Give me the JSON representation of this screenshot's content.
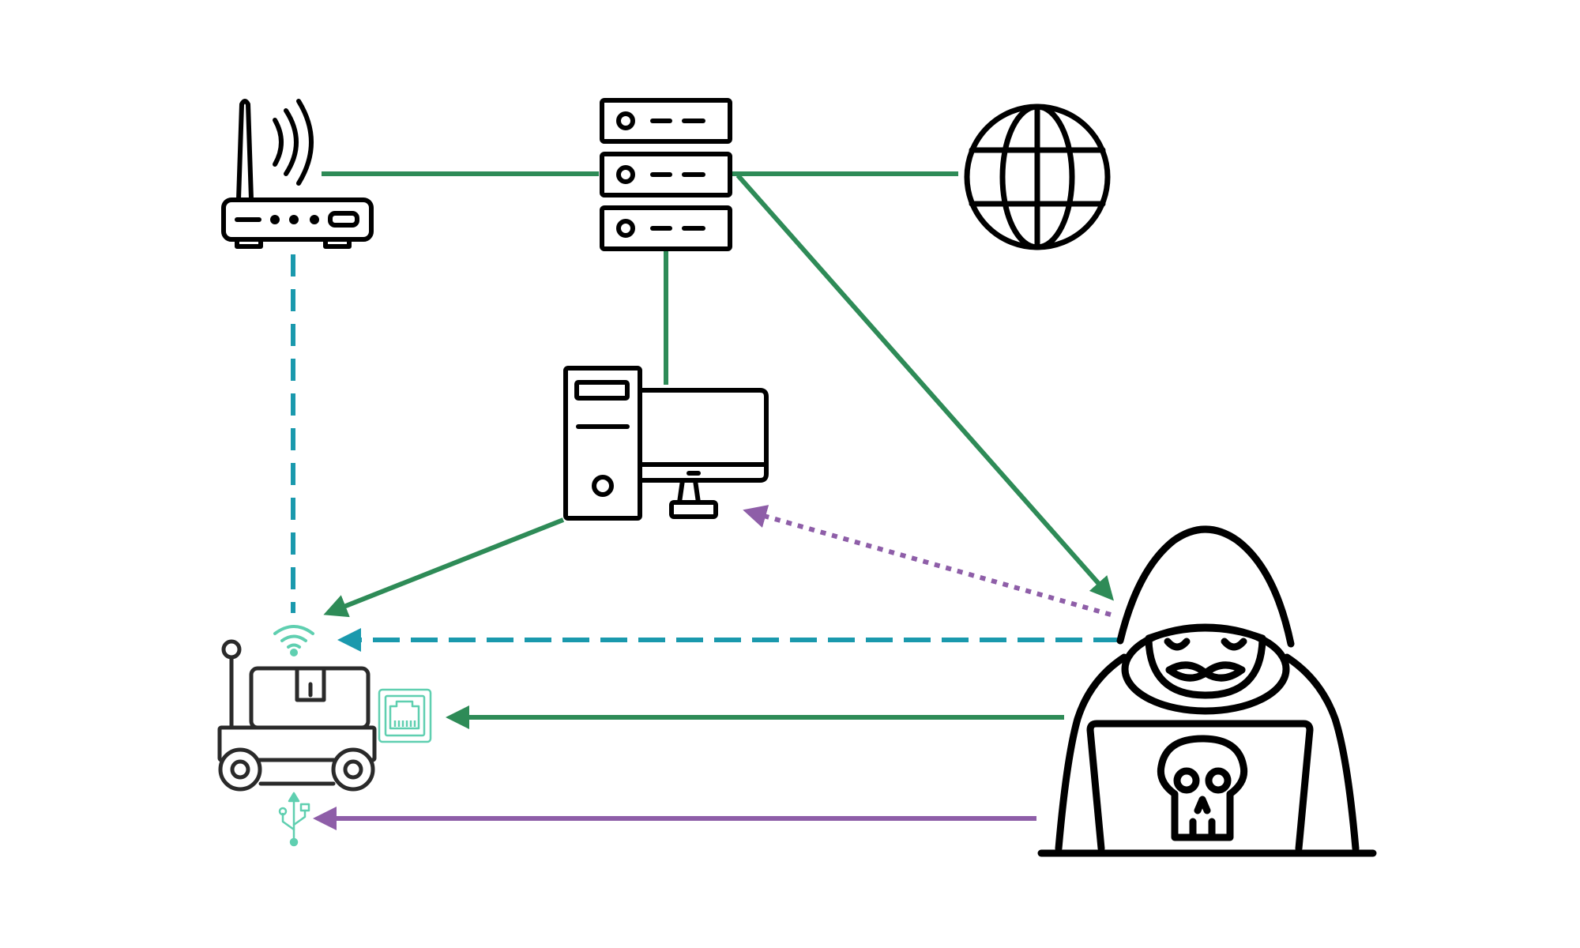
{
  "diagram": {
    "nodes": [
      {
        "id": "router",
        "icon": "wifi-router-icon"
      },
      {
        "id": "server",
        "icon": "server-rack-icon"
      },
      {
        "id": "internet",
        "icon": "globe-icon"
      },
      {
        "id": "workstation",
        "icon": "desktop-computer-icon"
      },
      {
        "id": "robot",
        "icon": "delivery-robot-icon"
      },
      {
        "id": "attacker",
        "icon": "hooded-hacker-laptop-icon"
      }
    ],
    "interfaces": [
      {
        "id": "robot-wifi",
        "icon": "wifi-signal-icon"
      },
      {
        "id": "robot-ethernet",
        "icon": "ethernet-port-icon"
      },
      {
        "id": "robot-usb",
        "icon": "usb-icon"
      }
    ],
    "connections": [
      {
        "from": "router",
        "to": "server",
        "style": "solid",
        "color": "green",
        "arrow": false
      },
      {
        "from": "server",
        "to": "internet",
        "style": "solid",
        "color": "green",
        "arrow": false
      },
      {
        "from": "server",
        "to": "workstation",
        "style": "solid",
        "color": "green",
        "arrow": false
      },
      {
        "from": "server",
        "to": "attacker",
        "style": "solid",
        "color": "green",
        "arrow": true
      },
      {
        "from": "workstation",
        "to": "robot",
        "style": "solid",
        "color": "green",
        "arrow": true
      },
      {
        "from": "router",
        "to": "robot-wifi",
        "style": "dashed",
        "color": "teal",
        "arrow": false
      },
      {
        "from": "attacker",
        "to": "robot",
        "style": "dashed",
        "color": "teal",
        "arrow": true
      },
      {
        "from": "attacker",
        "to": "workstation",
        "style": "dotted",
        "color": "purple",
        "arrow": true
      },
      {
        "from": "attacker",
        "to": "robot-ethernet",
        "style": "solid",
        "color": "green",
        "arrow": true
      },
      {
        "from": "attacker",
        "to": "robot-usb",
        "style": "solid",
        "color": "purple",
        "arrow": true
      }
    ]
  },
  "colors": {
    "green": "#2e8b57",
    "teal": "#1a99ad",
    "purple": "#8e5ea8",
    "icon_light": "#5fcfb0",
    "stroke": "#000000"
  }
}
